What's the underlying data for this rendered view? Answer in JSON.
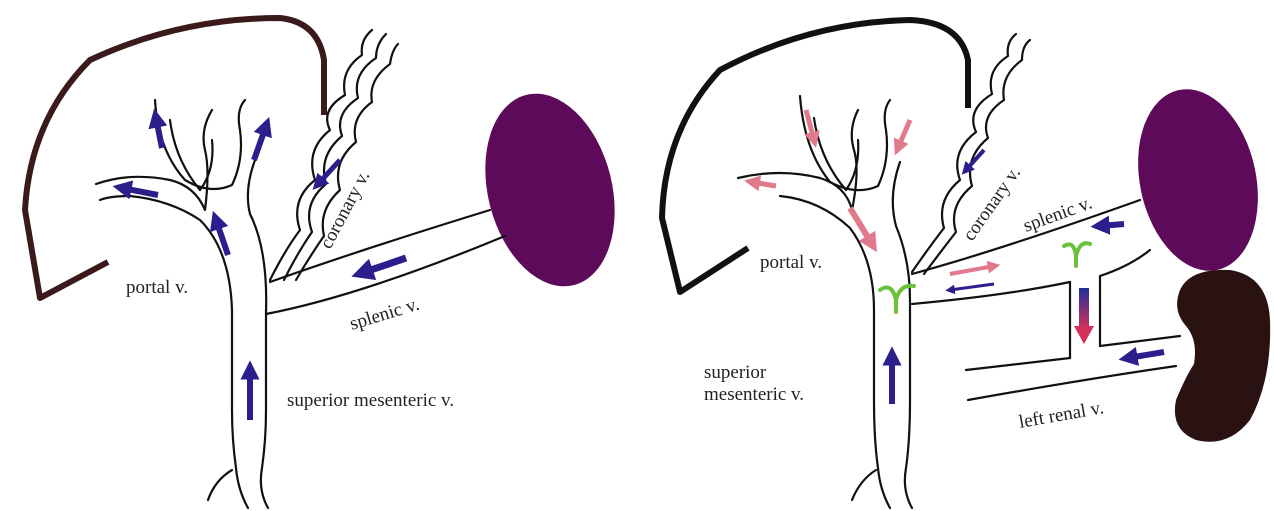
{
  "colors": {
    "liver_outline": "#3a1a1a",
    "liver_outline_right": "#111111",
    "spleen": "#5e0a5a",
    "kidney": "#2b1212",
    "flow_arrow": "#2a1f8c",
    "reversed_flow_arrow": "#e07a8a",
    "shunt": "#6ac23a",
    "shunt_down_arrow_start": "#1f2f9a",
    "shunt_down_arrow_end": "#d0305a"
  },
  "left_panel": {
    "labels": {
      "coronary": "coronary v.",
      "portal": "portal v.",
      "splenic": "splenic v.",
      "superior_mesenteric": "superior mesenteric v."
    }
  },
  "right_panel": {
    "labels": {
      "coronary": "coronary v.",
      "splenic": "splenic v.",
      "portal": "portal v.",
      "superior_line1": "superior",
      "superior_line2": "mesenteric v.",
      "left_renal": "left renal v."
    }
  }
}
